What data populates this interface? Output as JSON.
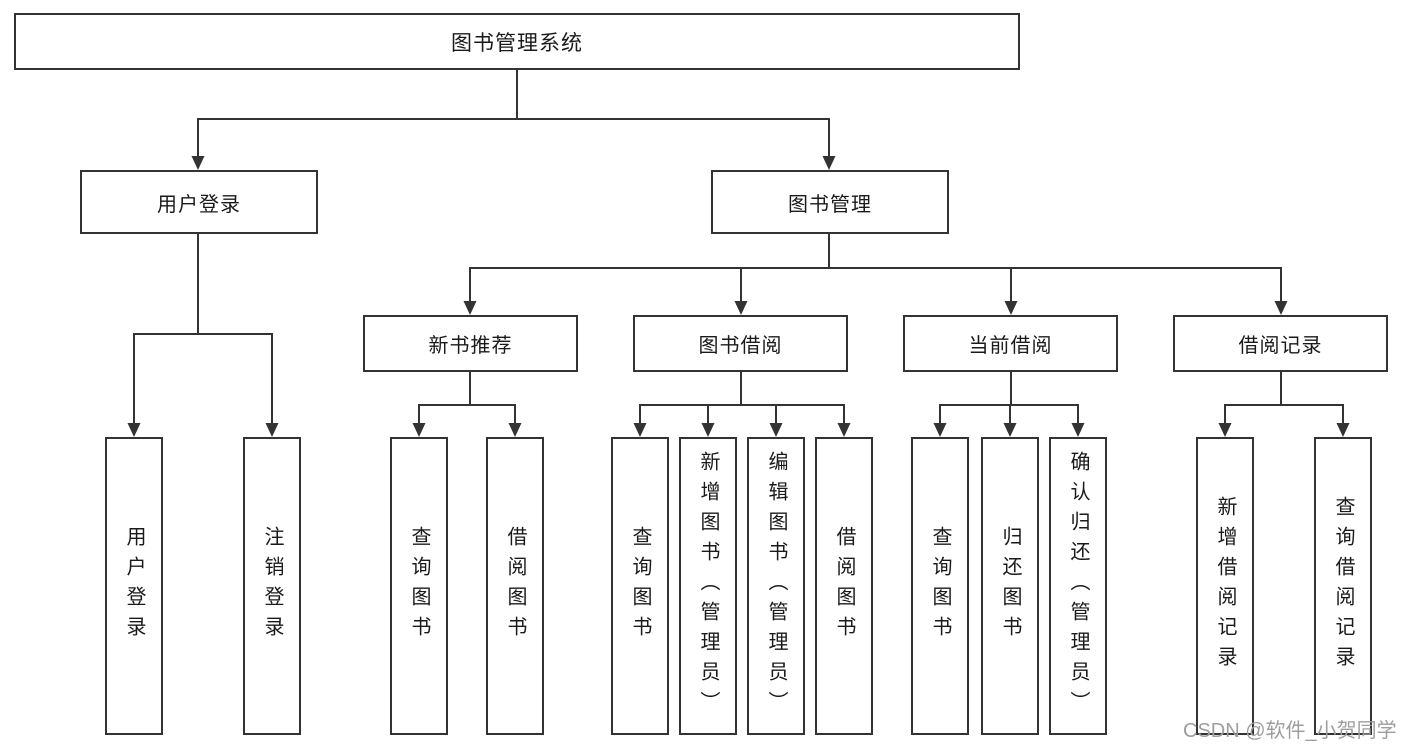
{
  "diagram": {
    "root": {
      "label": "图书管理系统"
    },
    "branches": [
      {
        "label": "用户登录",
        "leaves": [
          {
            "label": "用户登录"
          },
          {
            "label": "注销登录"
          }
        ]
      },
      {
        "label": "图书管理",
        "sections": [
          {
            "label": "新书推荐",
            "leaves": [
              {
                "label": "查询图书"
              },
              {
                "label": "借阅图书"
              }
            ]
          },
          {
            "label": "图书借阅",
            "leaves": [
              {
                "label": "查询图书"
              },
              {
                "label": "新增图书（管理员）"
              },
              {
                "label": "编辑图书（管理员）"
              },
              {
                "label": "借阅图书"
              }
            ]
          },
          {
            "label": "当前借阅",
            "leaves": [
              {
                "label": "查询图书"
              },
              {
                "label": "归还图书"
              },
              {
                "label": "确认归还（管理员）"
              }
            ]
          },
          {
            "label": "借阅记录",
            "leaves": [
              {
                "label": "新增借阅记录"
              },
              {
                "label": "查询借阅记录"
              }
            ]
          }
        ]
      }
    ]
  },
  "watermark": {
    "text": "CSDN @软件_小贺同学"
  },
  "colors": {
    "background": "#ffffff",
    "border": "#333333",
    "line": "#333333",
    "text": "#1a1a1a",
    "watermark": "#9e9e9e"
  }
}
